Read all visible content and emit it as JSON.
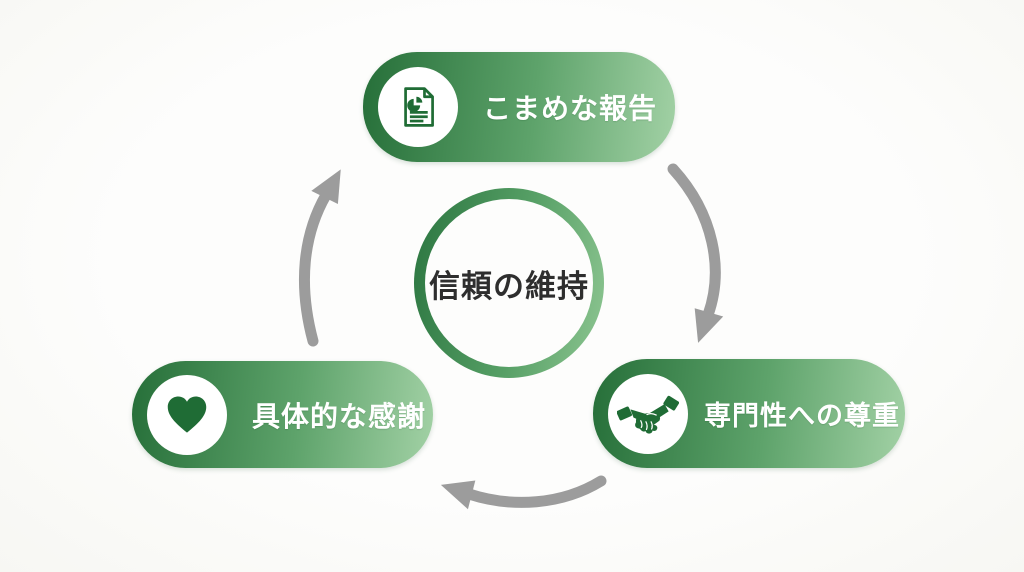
{
  "diagram": {
    "title_hidden": "",
    "type": "cycle",
    "flow_direction": "clockwise",
    "center": {
      "label": "信頼の維持"
    },
    "nodes": [
      {
        "id": "report",
        "position": "top",
        "label": "こまめな報告",
        "icon": "report-document-icon"
      },
      {
        "id": "respect",
        "position": "bottom-right",
        "label": "専門性への尊重",
        "icon": "handshake-icon"
      },
      {
        "id": "gratitude",
        "position": "bottom-left",
        "label": "具体的な感謝",
        "icon": "heart-icon"
      }
    ],
    "arrows": [
      {
        "from": "report",
        "to": "respect"
      },
      {
        "from": "respect",
        "to": "gratitude"
      },
      {
        "from": "gratitude",
        "to": "report"
      }
    ],
    "colors": {
      "pill_gradient_start": "#266f39",
      "pill_gradient_end": "#a2d1a5",
      "icon_green": "#1f6c35",
      "ring_gradient_start": "#2b7540",
      "ring_gradient_end": "#8ec692",
      "arrow_gray": "#9c9c9c",
      "center_text": "#2e2e2e",
      "pill_text": "#ffffff",
      "background": "#fbfbf8"
    }
  }
}
